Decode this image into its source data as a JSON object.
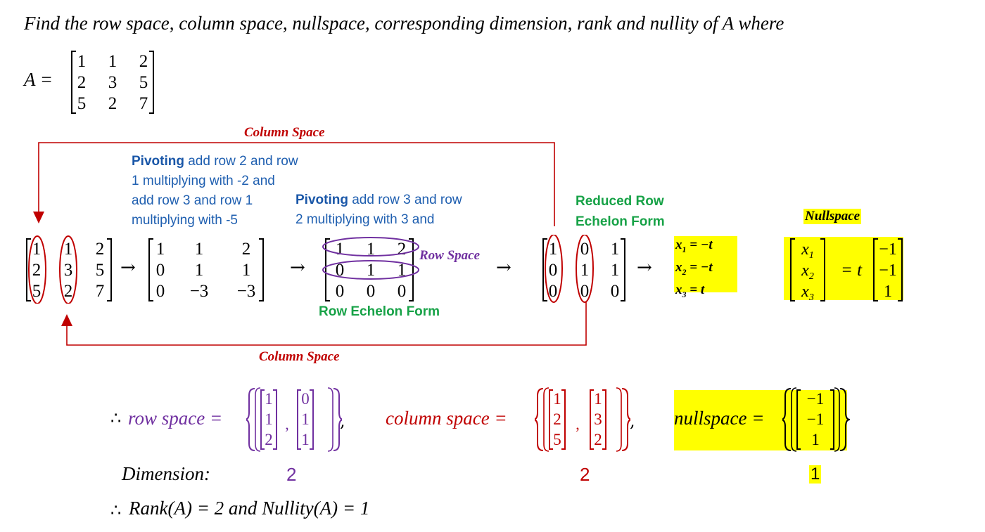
{
  "problem": {
    "statement": "Find the row space, column space, nullspace, corresponding dimension, rank and nullity of  A where",
    "a_label": "A =",
    "matrix_A": [
      [
        "1",
        "1",
        "2"
      ],
      [
        "2",
        "3",
        "5"
      ],
      [
        "5",
        "2",
        "7"
      ]
    ]
  },
  "steps": {
    "matrix_1": [
      [
        "1",
        "1",
        "2"
      ],
      [
        "2",
        "3",
        "5"
      ],
      [
        "5",
        "2",
        "7"
      ]
    ],
    "matrix_2": [
      [
        "1",
        "1",
        "2"
      ],
      [
        "0",
        "1",
        "1"
      ],
      [
        "0",
        "−3",
        "−3"
      ]
    ],
    "matrix_3": [
      [
        "1",
        "1",
        "2"
      ],
      [
        "0",
        "1",
        "1"
      ],
      [
        "0",
        "0",
        "0"
      ]
    ],
    "matrix_4": [
      [
        "1",
        "0",
        "1"
      ],
      [
        "0",
        "1",
        "1"
      ],
      [
        "0",
        "0",
        "0"
      ]
    ],
    "arrow": "→",
    "pivot_note_1": {
      "lines": [
        {
          "bold": "Pivoting",
          "text": " add row 2 and row"
        },
        {
          "bold": "",
          "text": "1 multiplying with -2 and"
        },
        {
          "bold": "",
          "text": "add row 3 and row 1"
        },
        {
          "bold": "",
          "text": "multiplying with -5"
        }
      ]
    },
    "pivot_note_2": {
      "lines": [
        {
          "bold": "Pivoting",
          "text": " add row 3 and row"
        },
        {
          "bold": "",
          "text": "2 multiplying with 3 and"
        }
      ]
    },
    "row_echelon_label": "Row Echelon Form",
    "reduced_row_echelon_label": [
      "Reduced Row",
      "Echelon Form"
    ],
    "row_space_label": "Row Space",
    "column_space_label_top": "Column Space",
    "column_space_label_bottom": "Column Space"
  },
  "equations": {
    "lines": [
      {
        "var": "x",
        "sub": "1",
        "rhs": " = −t"
      },
      {
        "var": "x",
        "sub": "2",
        "rhs": " = −t"
      },
      {
        "var": "x",
        "sub": "3",
        "rhs": " = t"
      }
    ]
  },
  "nullspace_box": {
    "title": "Nullspace",
    "vars": [
      {
        "var": "x",
        "sub": "1"
      },
      {
        "var": "x",
        "sub": "2"
      },
      {
        "var": "x",
        "sub": "3"
      }
    ],
    "equals": "= t",
    "vector": [
      "−1",
      "−1",
      "1"
    ]
  },
  "results": {
    "therefore": "∴",
    "row_space_label": "row space =",
    "row_space_vectors": [
      [
        "1",
        "1",
        "2"
      ],
      [
        "0",
        "1",
        "1"
      ]
    ],
    "column_space_label": "column space =",
    "column_space_vectors": [
      [
        "1",
        "2",
        "5"
      ],
      [
        "1",
        "3",
        "2"
      ]
    ],
    "nullspace_label": "nullspace =",
    "nullspace_vector": [
      "−1",
      "−1",
      "1"
    ],
    "comma": ",",
    "dimension_label": "Dimension:",
    "dim_row": "2",
    "dim_col": "2",
    "dim_null": "1",
    "conclusion": "Rank(A) = 2 and Nullity(A) = 1"
  },
  "colors": {
    "red": "#c00000",
    "blue": "#1f5fb0",
    "green": "#17a247",
    "purple": "#7030a0",
    "highlight": "#ffff00"
  }
}
